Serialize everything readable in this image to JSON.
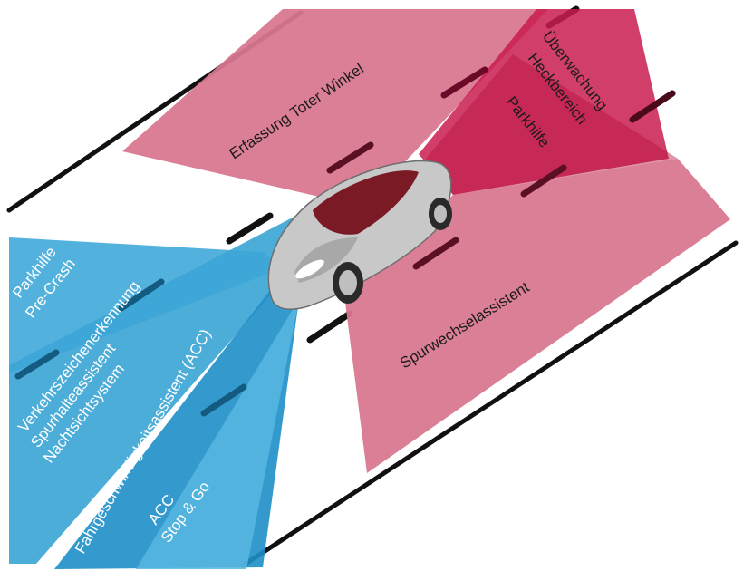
{
  "colors": {
    "road_line": "#111111",
    "pink_zone": "#d9778f",
    "crimson_zone": "#c91c4f",
    "blue_zone": "#4aaedb",
    "blue_dark": "#1e8fc8",
    "car_body": "#c8c8c8",
    "car_interior": "#7a1a24"
  },
  "labels": {
    "blind_spot": "Erfassung Toter Winkel",
    "rear_monitoring_1": "Überwachung",
    "rear_monitoring_2": "Heckbereich",
    "park_assist_rear": "Parkhilfe",
    "lane_change": "Spurwechselassistent",
    "park_precrash_1": "Parkhilfe",
    "park_precrash_2": "Pre-Crash",
    "front_sensors_1": "Verkehrszeichenerkennung",
    "front_sensors_2": "Spurhalteassistent",
    "front_sensors_3": "Nachtsichtsystem",
    "acc": "Fahrgeschwindigkeitsassistent (ACC)",
    "acc_stop_1": "ACC",
    "acc_stop_2": "Stop & Go"
  }
}
